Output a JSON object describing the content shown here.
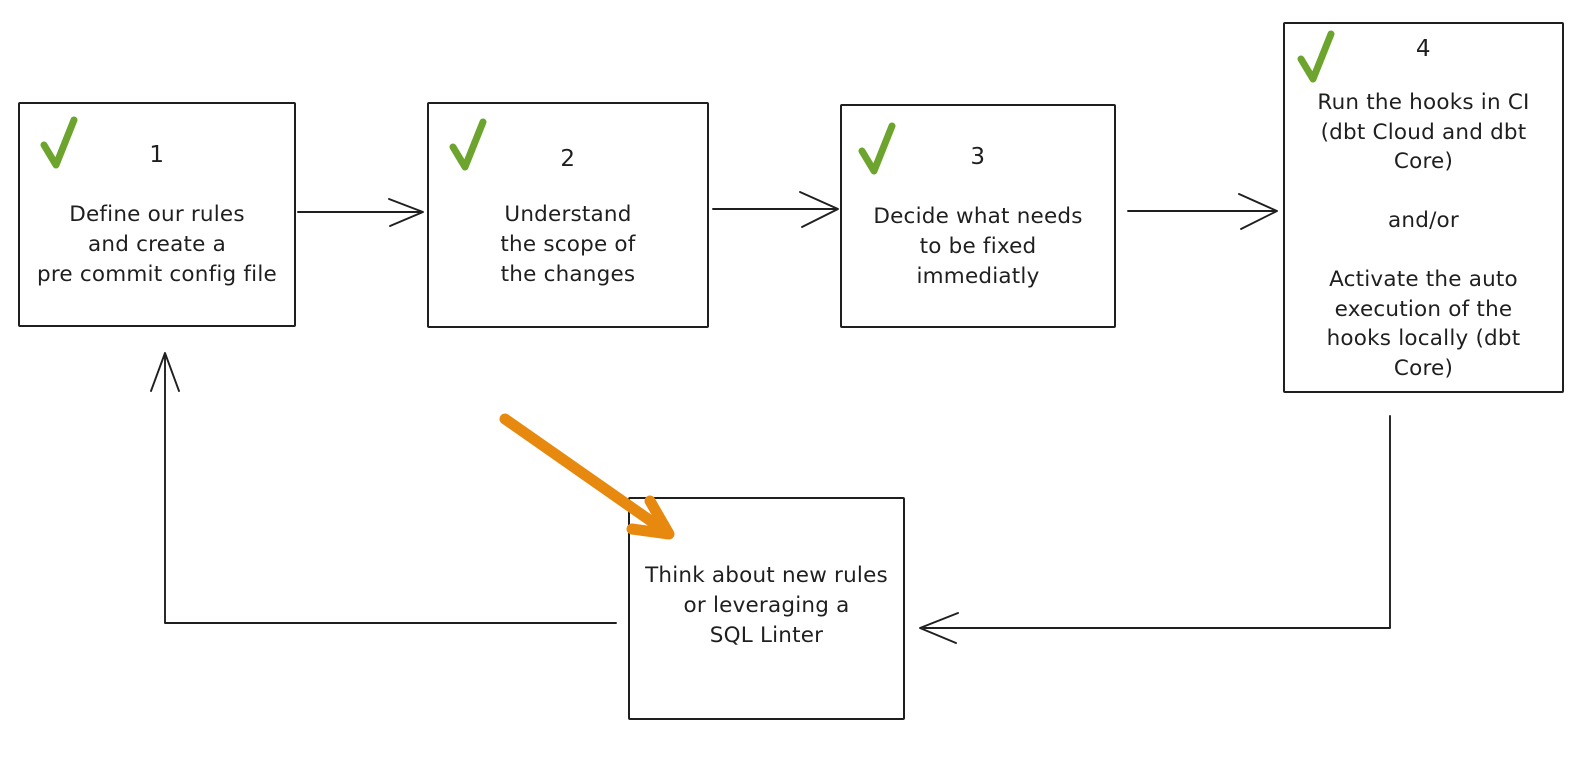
{
  "diagram": {
    "background": "#ffffff",
    "ink_color": "#1f1f1f",
    "check_color": "#6ca42d",
    "highlight_arrow_color": "#e8890f"
  },
  "steps": [
    {
      "number": "1",
      "checked": true,
      "lines": [
        "Define our rules",
        "and create a",
        "pre commit config file"
      ]
    },
    {
      "number": "2",
      "checked": true,
      "lines": [
        "Understand",
        "the scope of",
        "the changes"
      ]
    },
    {
      "number": "3",
      "checked": true,
      "lines": [
        "Decide what needs",
        "to be fixed",
        "immediatly"
      ]
    },
    {
      "number": "4",
      "checked": true,
      "lines": [
        "Run the hooks in CI",
        "(dbt Cloud and dbt",
        "Core)",
        "",
        "and/or",
        "",
        "Activate the auto",
        "execution of the",
        "hooks locally (dbt",
        "Core)"
      ]
    }
  ],
  "loop_note": {
    "lines": [
      "Think about new rules",
      "or leveraging a",
      "SQL Linter"
    ]
  },
  "connections": [
    "step1 to step2",
    "step2 to step3",
    "step3 to step4",
    "step4 down-left to loop note",
    "loop note left-up back to step1",
    "orange highlight arrow into loop note"
  ]
}
